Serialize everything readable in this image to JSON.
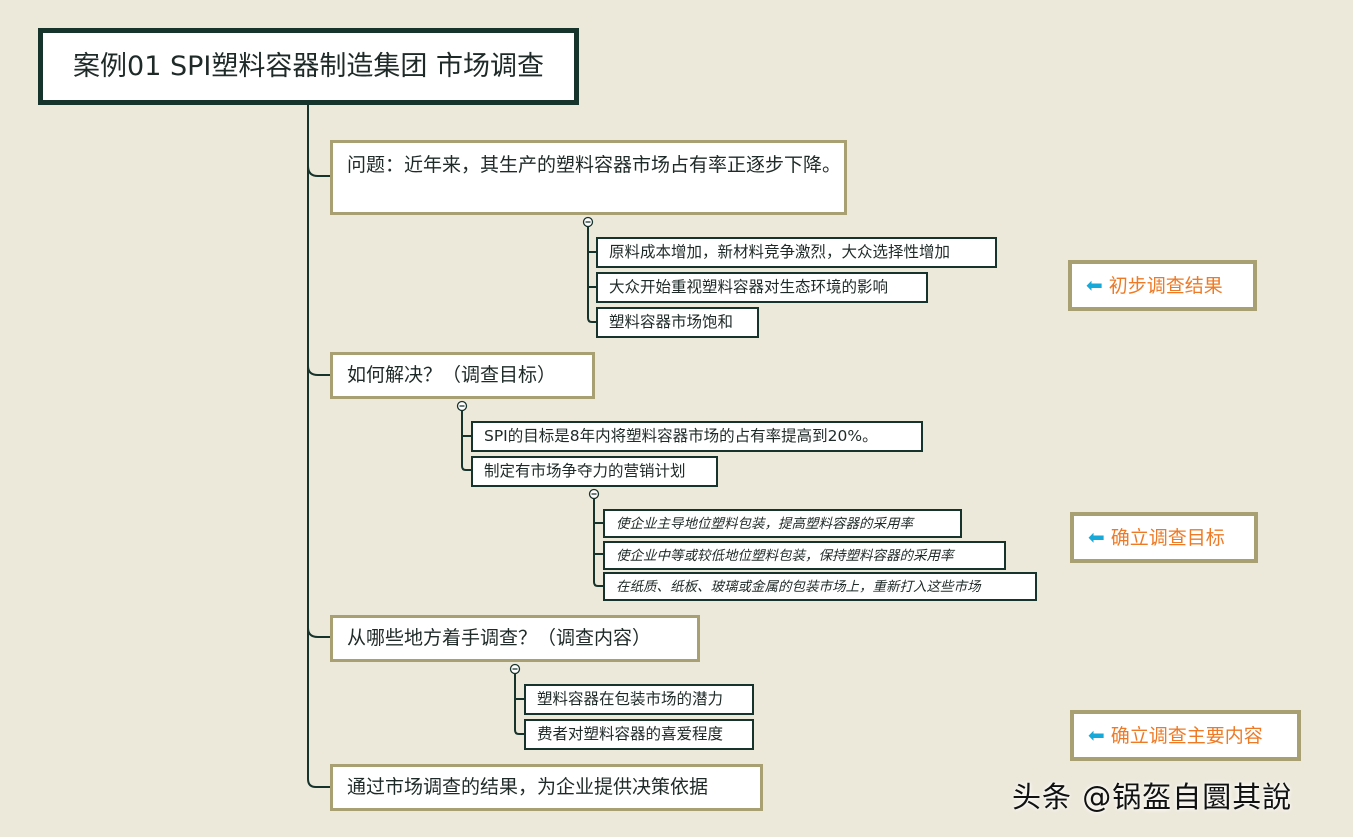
{
  "root": {
    "title": "案例01 SPI塑料容器制造集团 市场调查"
  },
  "branches": {
    "problem": {
      "label": "问题：近年来，其生产的塑料容器市场占有率正逐步下降。",
      "children": [
        "原料成本增加，新材料竞争激烈，大众选择性增加",
        "大众开始重视塑料容器对生态环境的影响",
        "塑料容器市场饱和"
      ]
    },
    "solve": {
      "label": "如何解决？（调查目标）",
      "children": [
        "SPI的目标是8年内将塑料容器市场的占有率提高到20%。",
        "制定有市场争夺力的营销计划"
      ],
      "grandchildren": [
        "使企业主导地位塑料包装，提高塑料容器的采用率",
        "使企业中等或较低地位塑料包装，保持塑料容器的采用率",
        "在纸质、纸板、玻璃或金属的包装市场上，重新打入这些市场"
      ]
    },
    "content": {
      "label": "从哪些地方着手调查？（调查内容）",
      "children": [
        "塑料容器在包装市场的潜力",
        "费者对塑料容器的喜爱程度"
      ]
    },
    "result": {
      "label": "通过市场调查的结果，为企业提供决策依据"
    }
  },
  "callouts": {
    "c1": {
      "arrow": "⬅",
      "text": "初步调查结果"
    },
    "c2": {
      "arrow": "⬅",
      "text": "确立调查目标"
    },
    "c3": {
      "arrow": "⬅",
      "text": "确立调查主要内容"
    }
  },
  "collapse_symbol": "−",
  "watermark": "头条 @锅盔自圜其說",
  "colors": {
    "background": "#ece8da",
    "line": "#16332c",
    "border_main": "#a89f73",
    "callout_text": "#ee7a26",
    "arrow": "#19a9d8"
  }
}
